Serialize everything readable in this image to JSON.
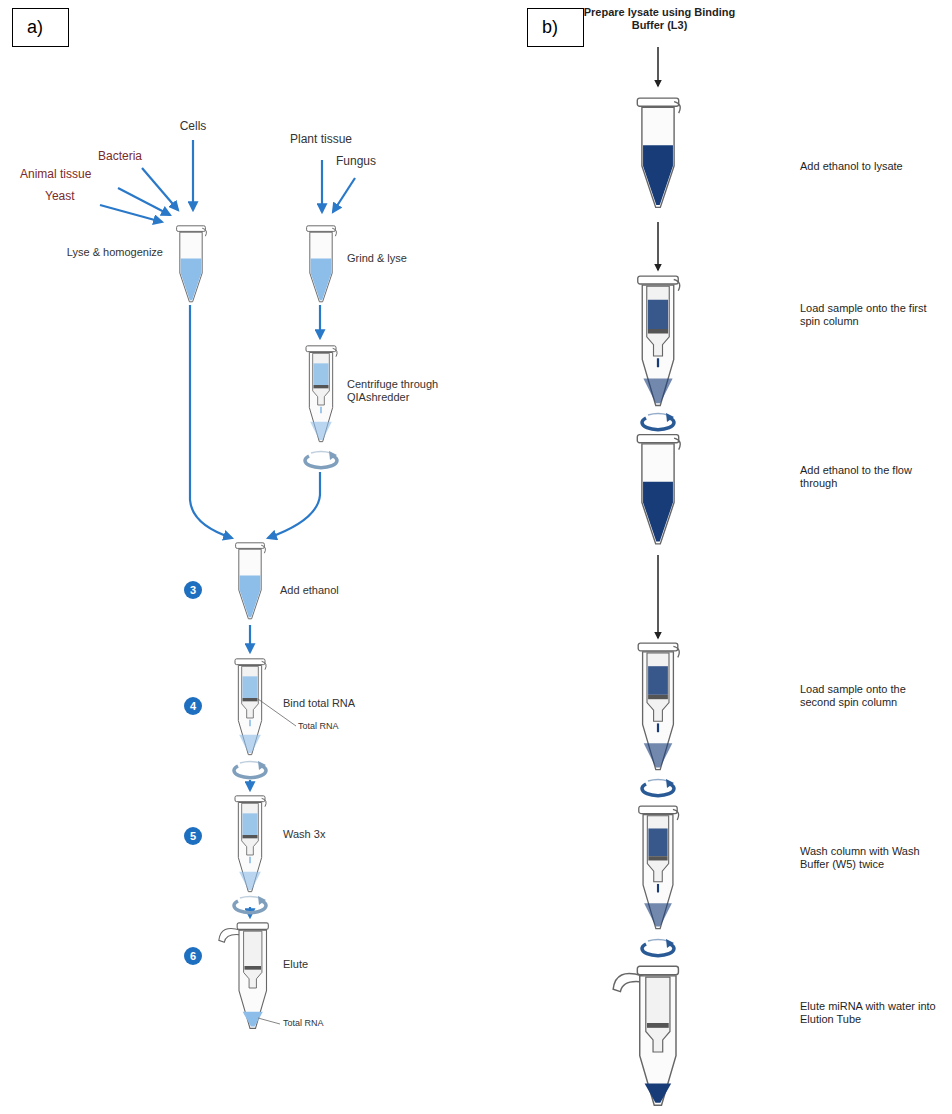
{
  "diagram": {
    "nodes": [
      {
        "text": [
          "a)"
        ]
      },
      {
        "text": [
          "b)"
        ]
      }
    ],
    "labels": [
      "Cells",
      "Bacteria",
      "Animal tissue",
      "Yeast",
      "Plant tissue",
      "Fungus",
      "Lyse & homogenize",
      "Grind & lyse",
      "Centrifuge through QIAshredder",
      "3",
      "Add ethanol",
      "4",
      "Bind total RNA",
      "Total RNA",
      "5",
      "Wash 3x",
      "6",
      "Elute",
      "Total RNA",
      "Prepare lysate using Binding Buffer (L3)",
      "Add ethanol to lysate",
      "Load sample onto the first spin column",
      "Add ethanol to the flow through",
      "Load sample onto the second spin column",
      "Wash column with Wash Buffer (W5) twice",
      "Elute miRNA with water into Elution Tube"
    ]
  }
}
